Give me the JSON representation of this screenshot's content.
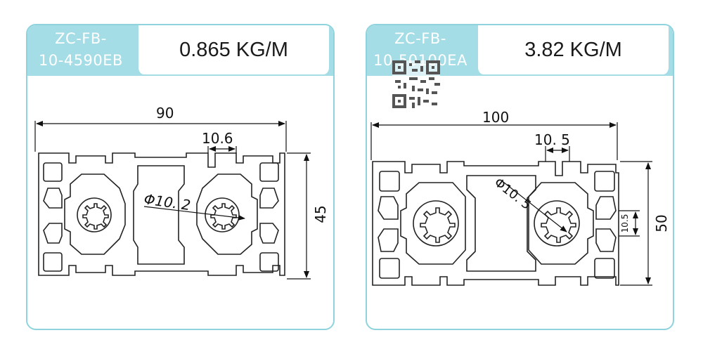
{
  "products": [
    {
      "code_line1": "ZC-FB-",
      "code_line2": "10-4590EB",
      "weight": "0.865 KG/M",
      "dims": {
        "width": "90",
        "height": "45",
        "slot": "10.6",
        "bore": "Φ10. 2"
      }
    },
    {
      "code_line1": "ZC-FB-",
      "code_line2": "10-50100EA",
      "weight": "3.82 KG/M",
      "dims": {
        "width": "100",
        "height": "50",
        "slot": "10. 5",
        "bore": "Φ10. 5",
        "small_dim": "10.5"
      }
    }
  ],
  "colors": {
    "header": "#a5dde6",
    "border": "#8fd3de",
    "line": "#222222"
  },
  "icons": [
    "qr-code-icon"
  ]
}
